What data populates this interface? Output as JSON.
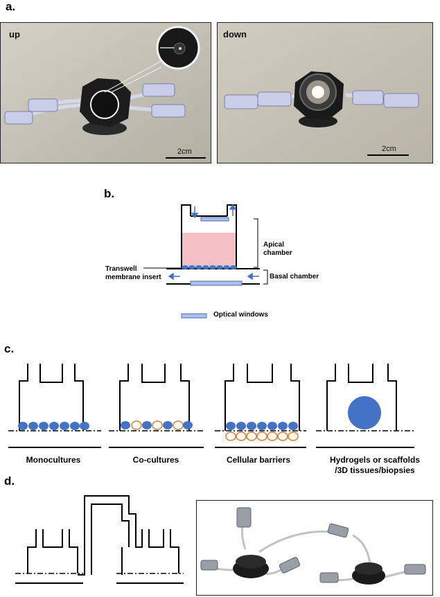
{
  "panels": {
    "a": "a.",
    "b": "b.",
    "c": "c.",
    "d": "d."
  },
  "photos": {
    "up": {
      "tag": "up",
      "scale": "2cm"
    },
    "down": {
      "tag": "down",
      "scale": "2cm"
    }
  },
  "schematic": {
    "apical": "Apical\nchamber",
    "basal": "Basal chamber",
    "transwell": "Transwell\nmembrane insert",
    "legend": "Optical windows"
  },
  "conditions": [
    "Monocultures",
    "Co-cultures",
    "Cellular barriers",
    "Hydrogels or scaffolds\n/3D tissues/biopsies"
  ],
  "colors": {
    "cell_blue": "#4472c4",
    "cell_orange": "#e07a2a",
    "media_pink": "#f4c2c6",
    "window_blue": "#a9c1ec",
    "photo_up_bg": "#c7c3b7",
    "photo_down_bg": "#c6c1b6"
  },
  "icons": [
    "arrow-up-icon",
    "arrow-down-icon",
    "arrow-left-icon",
    "magnifier-circle-icon"
  ]
}
